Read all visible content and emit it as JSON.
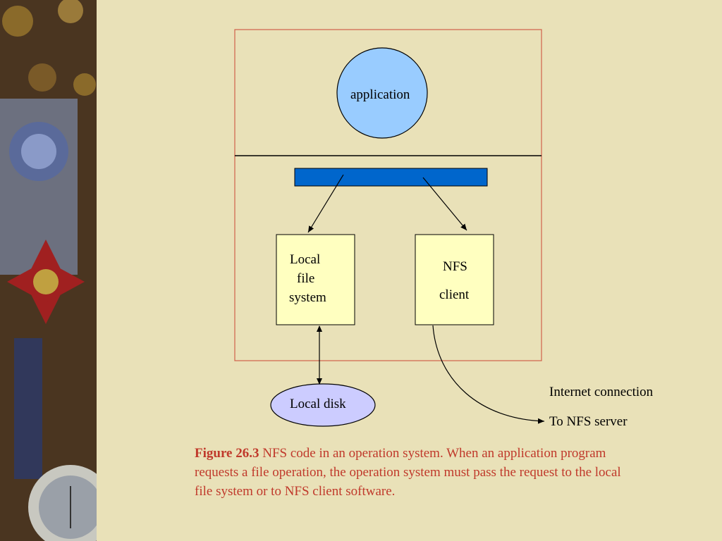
{
  "diagram": {
    "application": "application",
    "local_fs": [
      "Local",
      "file",
      "system"
    ],
    "nfs_client": [
      "NFS",
      "client"
    ],
    "local_disk": "Local disk",
    "internet": "Internet connection",
    "to_server": "To NFS server"
  },
  "caption": {
    "figure": "Figure 26.3",
    "text": " NFS code in an operation system. When an application program requests a file operation, the operation system must pass the request to the local file system or to NFS client software."
  },
  "colors": {
    "background": "#e9e1b8",
    "app_circle": "#99ccff",
    "bar": "#0066cc",
    "box_fill": "#ffffc0",
    "disk_fill": "#ccccff",
    "frame": "#d0604a",
    "caption": "#c0392b"
  }
}
